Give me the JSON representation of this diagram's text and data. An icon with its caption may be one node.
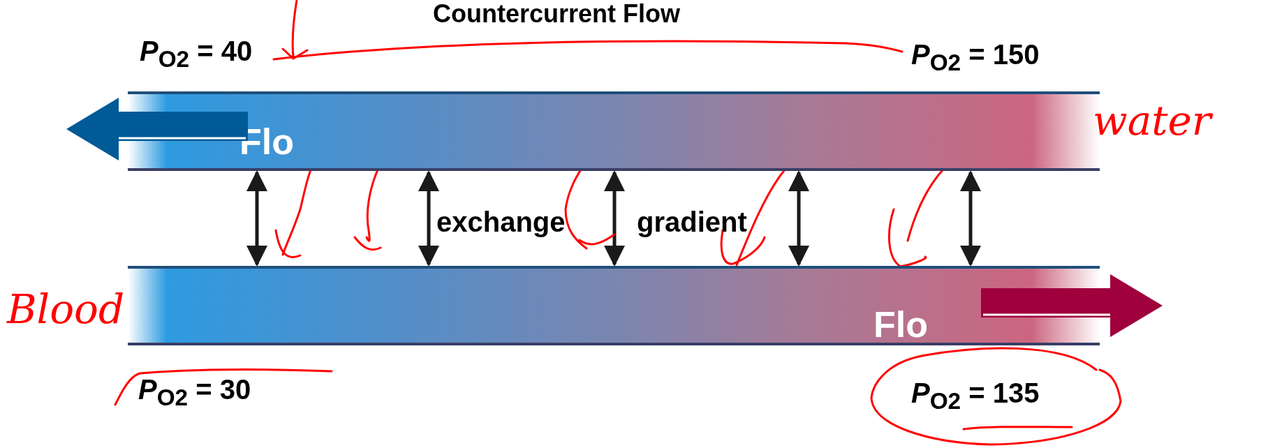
{
  "diagram": {
    "title": "Countercurrent Flow",
    "nodes": [
      {
        "text": [
          "Flo"
        ]
      },
      {
        "text": [
          "Flo"
        ]
      }
    ],
    "edges": [
      {
        "from": 0,
        "to": 1,
        "arrow": "both"
      },
      {
        "from": 0,
        "to": 1,
        "arrow": "both"
      },
      {
        "from": 0,
        "to": 1,
        "arrow": "both"
      },
      {
        "from": 0,
        "to": 1,
        "arrow": "both"
      },
      {
        "from": 0,
        "to": 1,
        "arrow": "both"
      }
    ],
    "labels": [
      "*P*$_{O2}$ = 40",
      "*P*$_{O2}$ = 150",
      "water",
      "exchange",
      "gradient",
      "Blood",
      "*P*$_{O2}$ = 30",
      "*P*$_{O2}$ = 135"
    ]
  }
}
